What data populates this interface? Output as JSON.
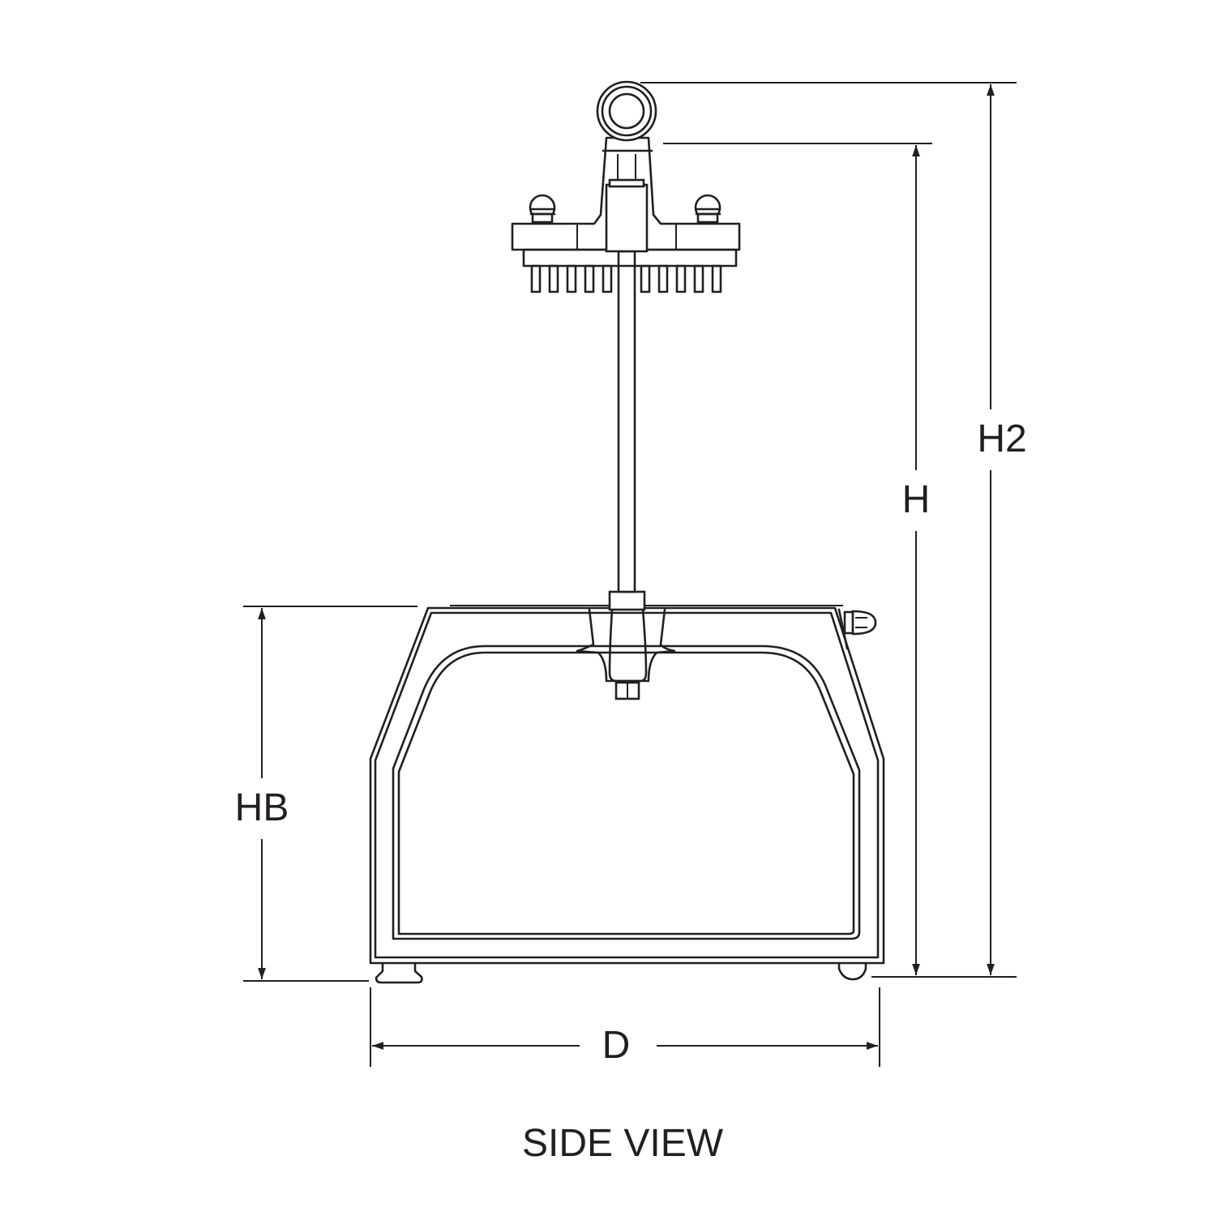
{
  "dimensions": {
    "h2_label": "H2",
    "h_label": "H",
    "hb_label": "HB",
    "d_label": "D"
  },
  "caption": "SIDE VIEW",
  "colors": {
    "line": "#231f20",
    "background": "#ffffff"
  }
}
